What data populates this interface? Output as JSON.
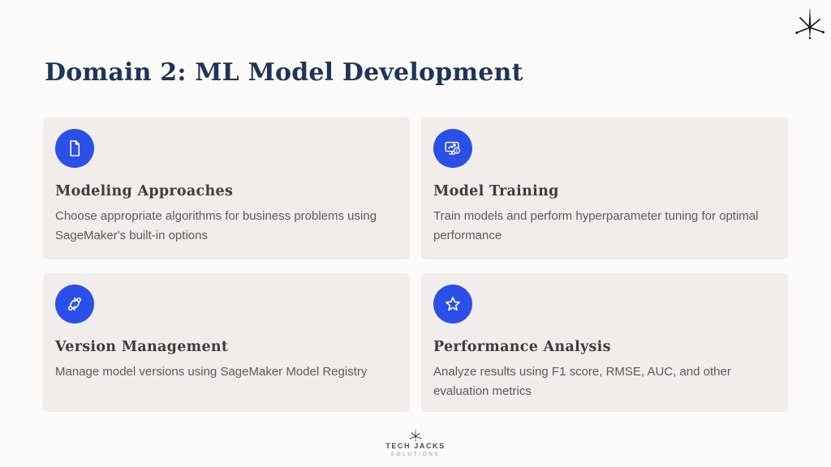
{
  "slide": {
    "title": "Domain 2: ML Model Development"
  },
  "cards": [
    {
      "icon": "file-document-icon",
      "title": "Modeling Approaches",
      "description": "Choose appropriate algorithms for business problems using SageMaker's built-in options"
    },
    {
      "icon": "monitor-training-chart-icon",
      "title": "Model Training",
      "description": "Train models and perform hyperparameter tuning for optimal performance"
    },
    {
      "icon": "version-control-branch-icon",
      "title": "Version Management",
      "description": "Manage model versions using SageMaker Model Registry"
    },
    {
      "icon": "star-outline-icon",
      "title": "Performance Analysis",
      "description": "Analyze results using F1 score, RMSE, AUC, and other evaluation metrics"
    }
  ],
  "footer": {
    "brand": "TECH JACKS",
    "tagline": "SOLUTIONS",
    "logo_icon": "sparkle-star-icon"
  },
  "decorations": {
    "top_right_icon": "sparkle-star-icon"
  },
  "colors": {
    "accent_blue": "#2b4fe8",
    "card_background": "#f0edeb",
    "title_navy": "#1f3557",
    "heading_charcoal": "#3e3e3d",
    "body_gray": "#5b5b5b",
    "page_background": "#fcfbfa"
  }
}
